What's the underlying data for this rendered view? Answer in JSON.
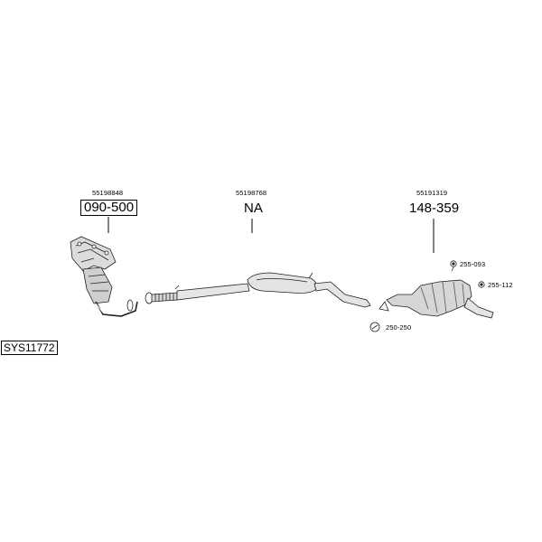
{
  "system_code": "SYS11772",
  "parts": [
    {
      "part_number": "55198848",
      "ref": "090-500"
    },
    {
      "part_number": "55198768",
      "ref": "NA"
    },
    {
      "part_number": "55191319",
      "ref": "148-359"
    }
  ],
  "accessories": [
    {
      "ref": "255-093",
      "icon": "gasket-ring-icon"
    },
    {
      "ref": "255-112",
      "icon": "gasket-ring-icon"
    },
    {
      "ref": "250-250",
      "icon": "clamp-icon"
    }
  ]
}
